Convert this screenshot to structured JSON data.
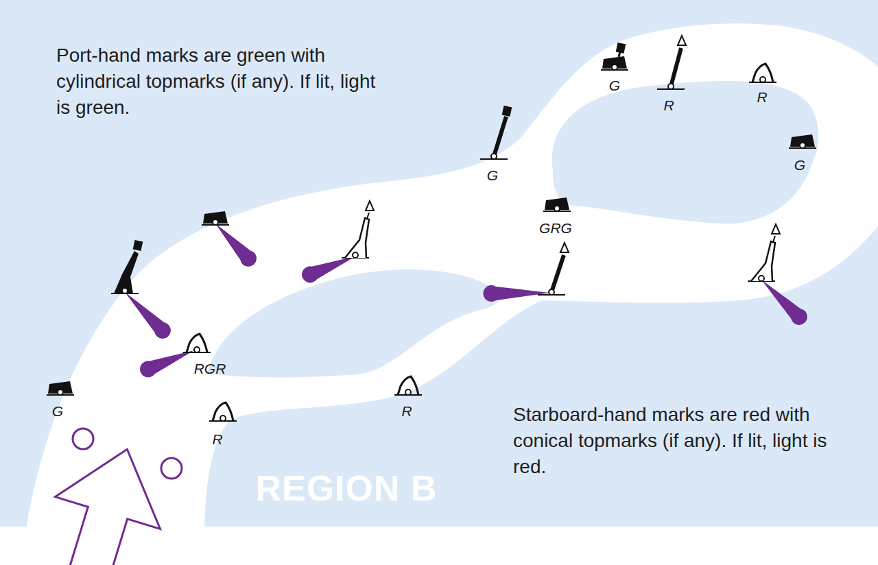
{
  "diagram": {
    "labels": [
      "Port-hand marks are green with cylindrical topmarks (if any). If lit, light is green.",
      "G",
      "R",
      "R",
      "G",
      "G",
      "GRG",
      "RGR",
      "G",
      "R",
      "R",
      "REGION B",
      "Starboard-hand marks are red with conical topmarks (if any). If lit, light is red."
    ]
  }
}
